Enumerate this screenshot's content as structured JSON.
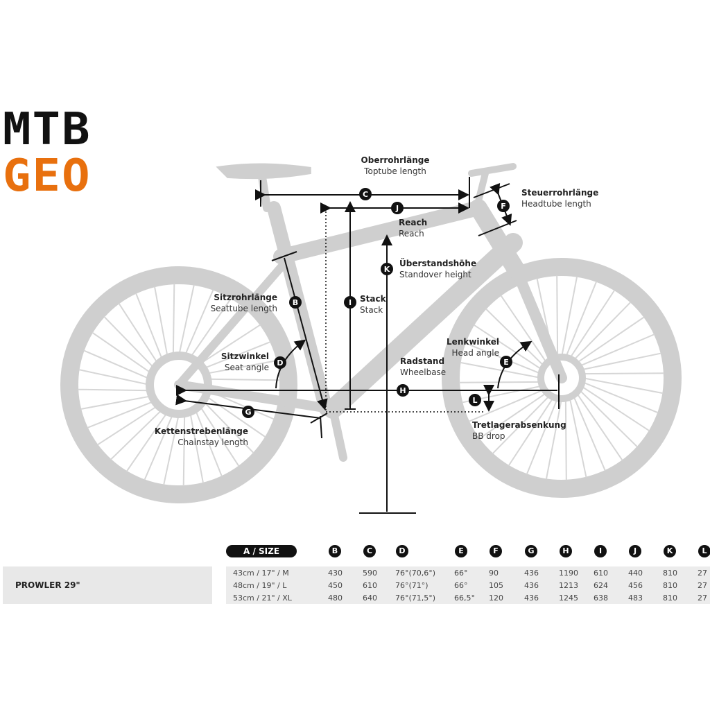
{
  "logo": {
    "line1": "MTB",
    "line2": "GEO",
    "line1_color": "#111111",
    "line2_color": "#e8700e"
  },
  "labels": {
    "toptube": {
      "letter": "C",
      "de": "Oberrohrlänge",
      "en": "Toptube length"
    },
    "reach": {
      "letter": "J",
      "de": "Reach",
      "en": "Reach"
    },
    "headtube": {
      "letter": "F",
      "de": "Steuerrohrlänge",
      "en": "Headtube length"
    },
    "standover": {
      "letter": "K",
      "de": "Überstandshöhe",
      "en": "Standover height"
    },
    "stack": {
      "letter": "I",
      "de": "Stack",
      "en": "Stack"
    },
    "seattube": {
      "letter": "B",
      "de": "Sitzrohrlänge",
      "en": "Seattube length"
    },
    "seatangle": {
      "letter": "D",
      "de": "Sitzwinkel",
      "en": "Seat angle"
    },
    "wheelbase": {
      "letter": "H",
      "de": "Radstand",
      "en": "Wheelbase"
    },
    "headangle": {
      "letter": "E",
      "de": "Lenkwinkel",
      "en": "Head angle"
    },
    "chainstay": {
      "letter": "G",
      "de": "Kettenstrebenlänge",
      "en": "Chainstay length"
    },
    "bbdrop": {
      "letter": "L",
      "de": "Tretlagerabsenkung",
      "en": "BB drop"
    }
  },
  "table": {
    "size_header": "A / SIZE",
    "columns": [
      "B",
      "C",
      "D",
      "E",
      "F",
      "G",
      "H",
      "I",
      "J",
      "K",
      "L"
    ],
    "model": "PROWLER 29\"",
    "rows": [
      {
        "size": "43cm / 17\" / M",
        "values": [
          "430",
          "590",
          "76°(70,6°)",
          "66°",
          "90",
          "436",
          "1190",
          "610",
          "440",
          "810",
          "27"
        ]
      },
      {
        "size": "48cm / 19\" / L",
        "values": [
          "450",
          "610",
          "76°(71°)",
          "66°",
          "105",
          "436",
          "1213",
          "624",
          "456",
          "810",
          "27"
        ]
      },
      {
        "size": "53cm / 21\" / XL",
        "values": [
          "480",
          "640",
          "76°(71,5°)",
          "66,5°",
          "120",
          "436",
          "1245",
          "638",
          "483",
          "810",
          "27"
        ]
      }
    ]
  }
}
